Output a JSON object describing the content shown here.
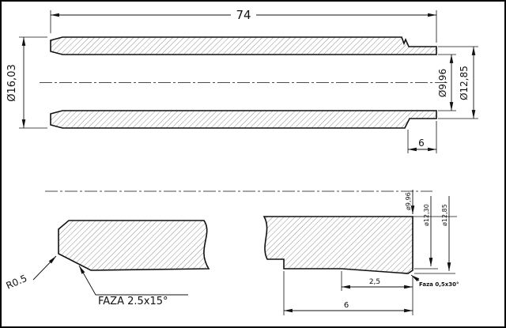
{
  "colors": {
    "ink": "#111111",
    "paper": "#ffffff"
  },
  "main_view": {
    "dim_length": "74",
    "dim_outer_dia": "Ø16,03",
    "dim_bore_dia": "Ø9,96",
    "dim_step_dia": "Ø12,85",
    "dim_step_length": "6"
  },
  "detail_left": {
    "radius_label": "R0.5",
    "chamfer_label": "FAZA 2.5x15°"
  },
  "detail_right": {
    "dim_bore_dia": "ø9,96",
    "dim_recess_dia": "ø12,30",
    "dim_outer_dia": "ø12,85",
    "dim_chamfer_length": "2,5",
    "dim_step_length": "6",
    "chamfer_label": "Faza 0,5x30°"
  }
}
